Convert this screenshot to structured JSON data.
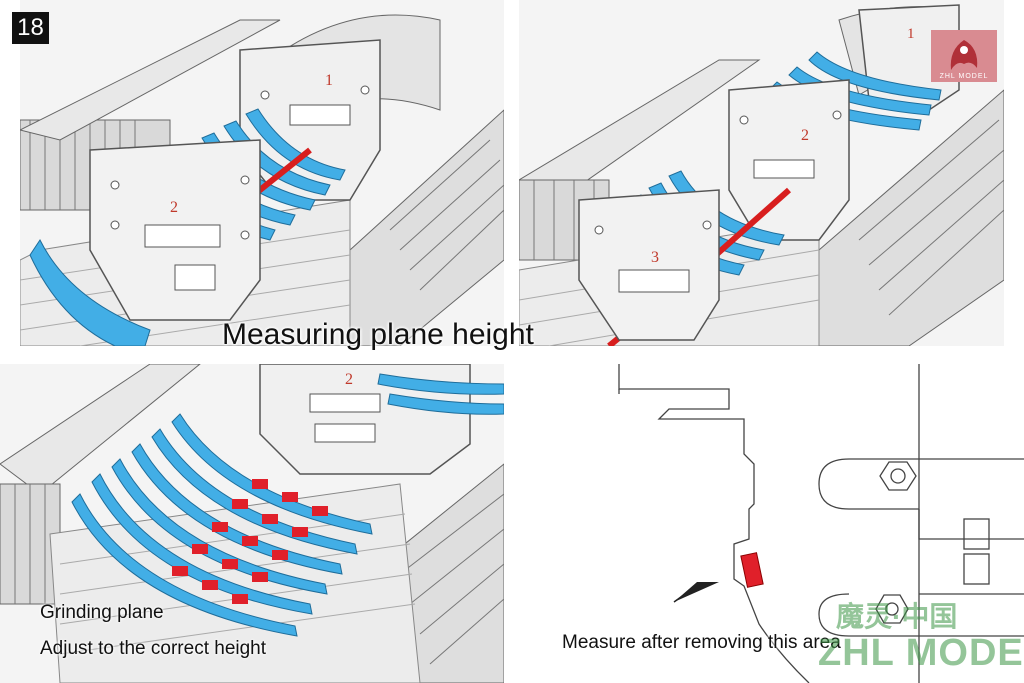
{
  "step_number": "18",
  "title": "Measuring plane height",
  "panel_top_left": {
    "frame_labels": [
      "1",
      "2"
    ]
  },
  "panel_top_right": {
    "frame_labels": [
      "1",
      "2",
      "3"
    ]
  },
  "panel_bottom_left": {
    "frame_label": "2",
    "caption_line1": "Grinding plane",
    "caption_line2": "Adjust to the correct height"
  },
  "panel_bottom_right": {
    "caption": "Measure after removing this area"
  },
  "logo": {
    "text": "ZHL MODEL"
  },
  "watermark": {
    "chinese": "魔灵·中国",
    "english": "ZHL MODEL"
  },
  "colors": {
    "frame_part": "#e6e6e6",
    "plank_blue": "#42aee6",
    "ruler_red": "#d81e1e",
    "mark_red": "#e0202a",
    "outline": "#555555"
  }
}
